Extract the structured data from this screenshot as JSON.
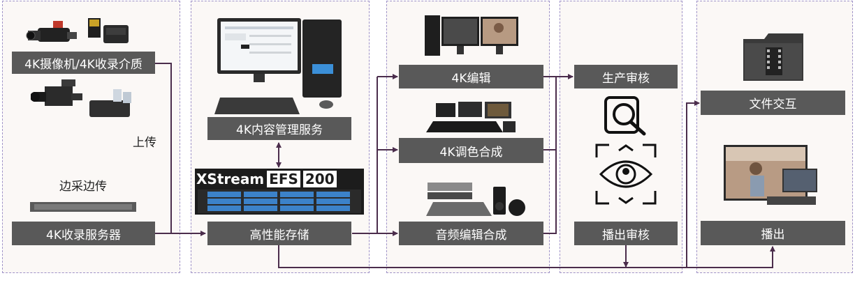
{
  "labels": {
    "capture": "4K摄像机/4K收录介质",
    "recorder": "4K收录服务器",
    "upload": "上传",
    "simul": "边采边传",
    "cms": "4K内容管理服务",
    "storage": "高性能存储",
    "device_brand": "XStream",
    "device_model": "EFS",
    "device_num": "200",
    "edit": "4K编辑",
    "color": "4K调色合成",
    "audio": "音频编辑合成",
    "review": "生产审核",
    "playout_review": "播出审核",
    "file_exchange": "文件交互",
    "playout": "播出"
  },
  "icons": [
    "camcorder-icon",
    "card-reader-icon",
    "film-camera-icon",
    "recorder-rack-icon",
    "workstation-icon",
    "storage-array-icon",
    "editing-monitors-icon",
    "color-grading-desk-icon",
    "audio-gear-icon",
    "magnifier-icon",
    "eye-scan-icon",
    "video-folder-icon",
    "tv-screens-icon"
  ],
  "colors": {
    "box": "#595959",
    "arrow": "#4b2d4c",
    "zone_border": "#9f92c8",
    "zone_bg": "#fbf8f6"
  }
}
